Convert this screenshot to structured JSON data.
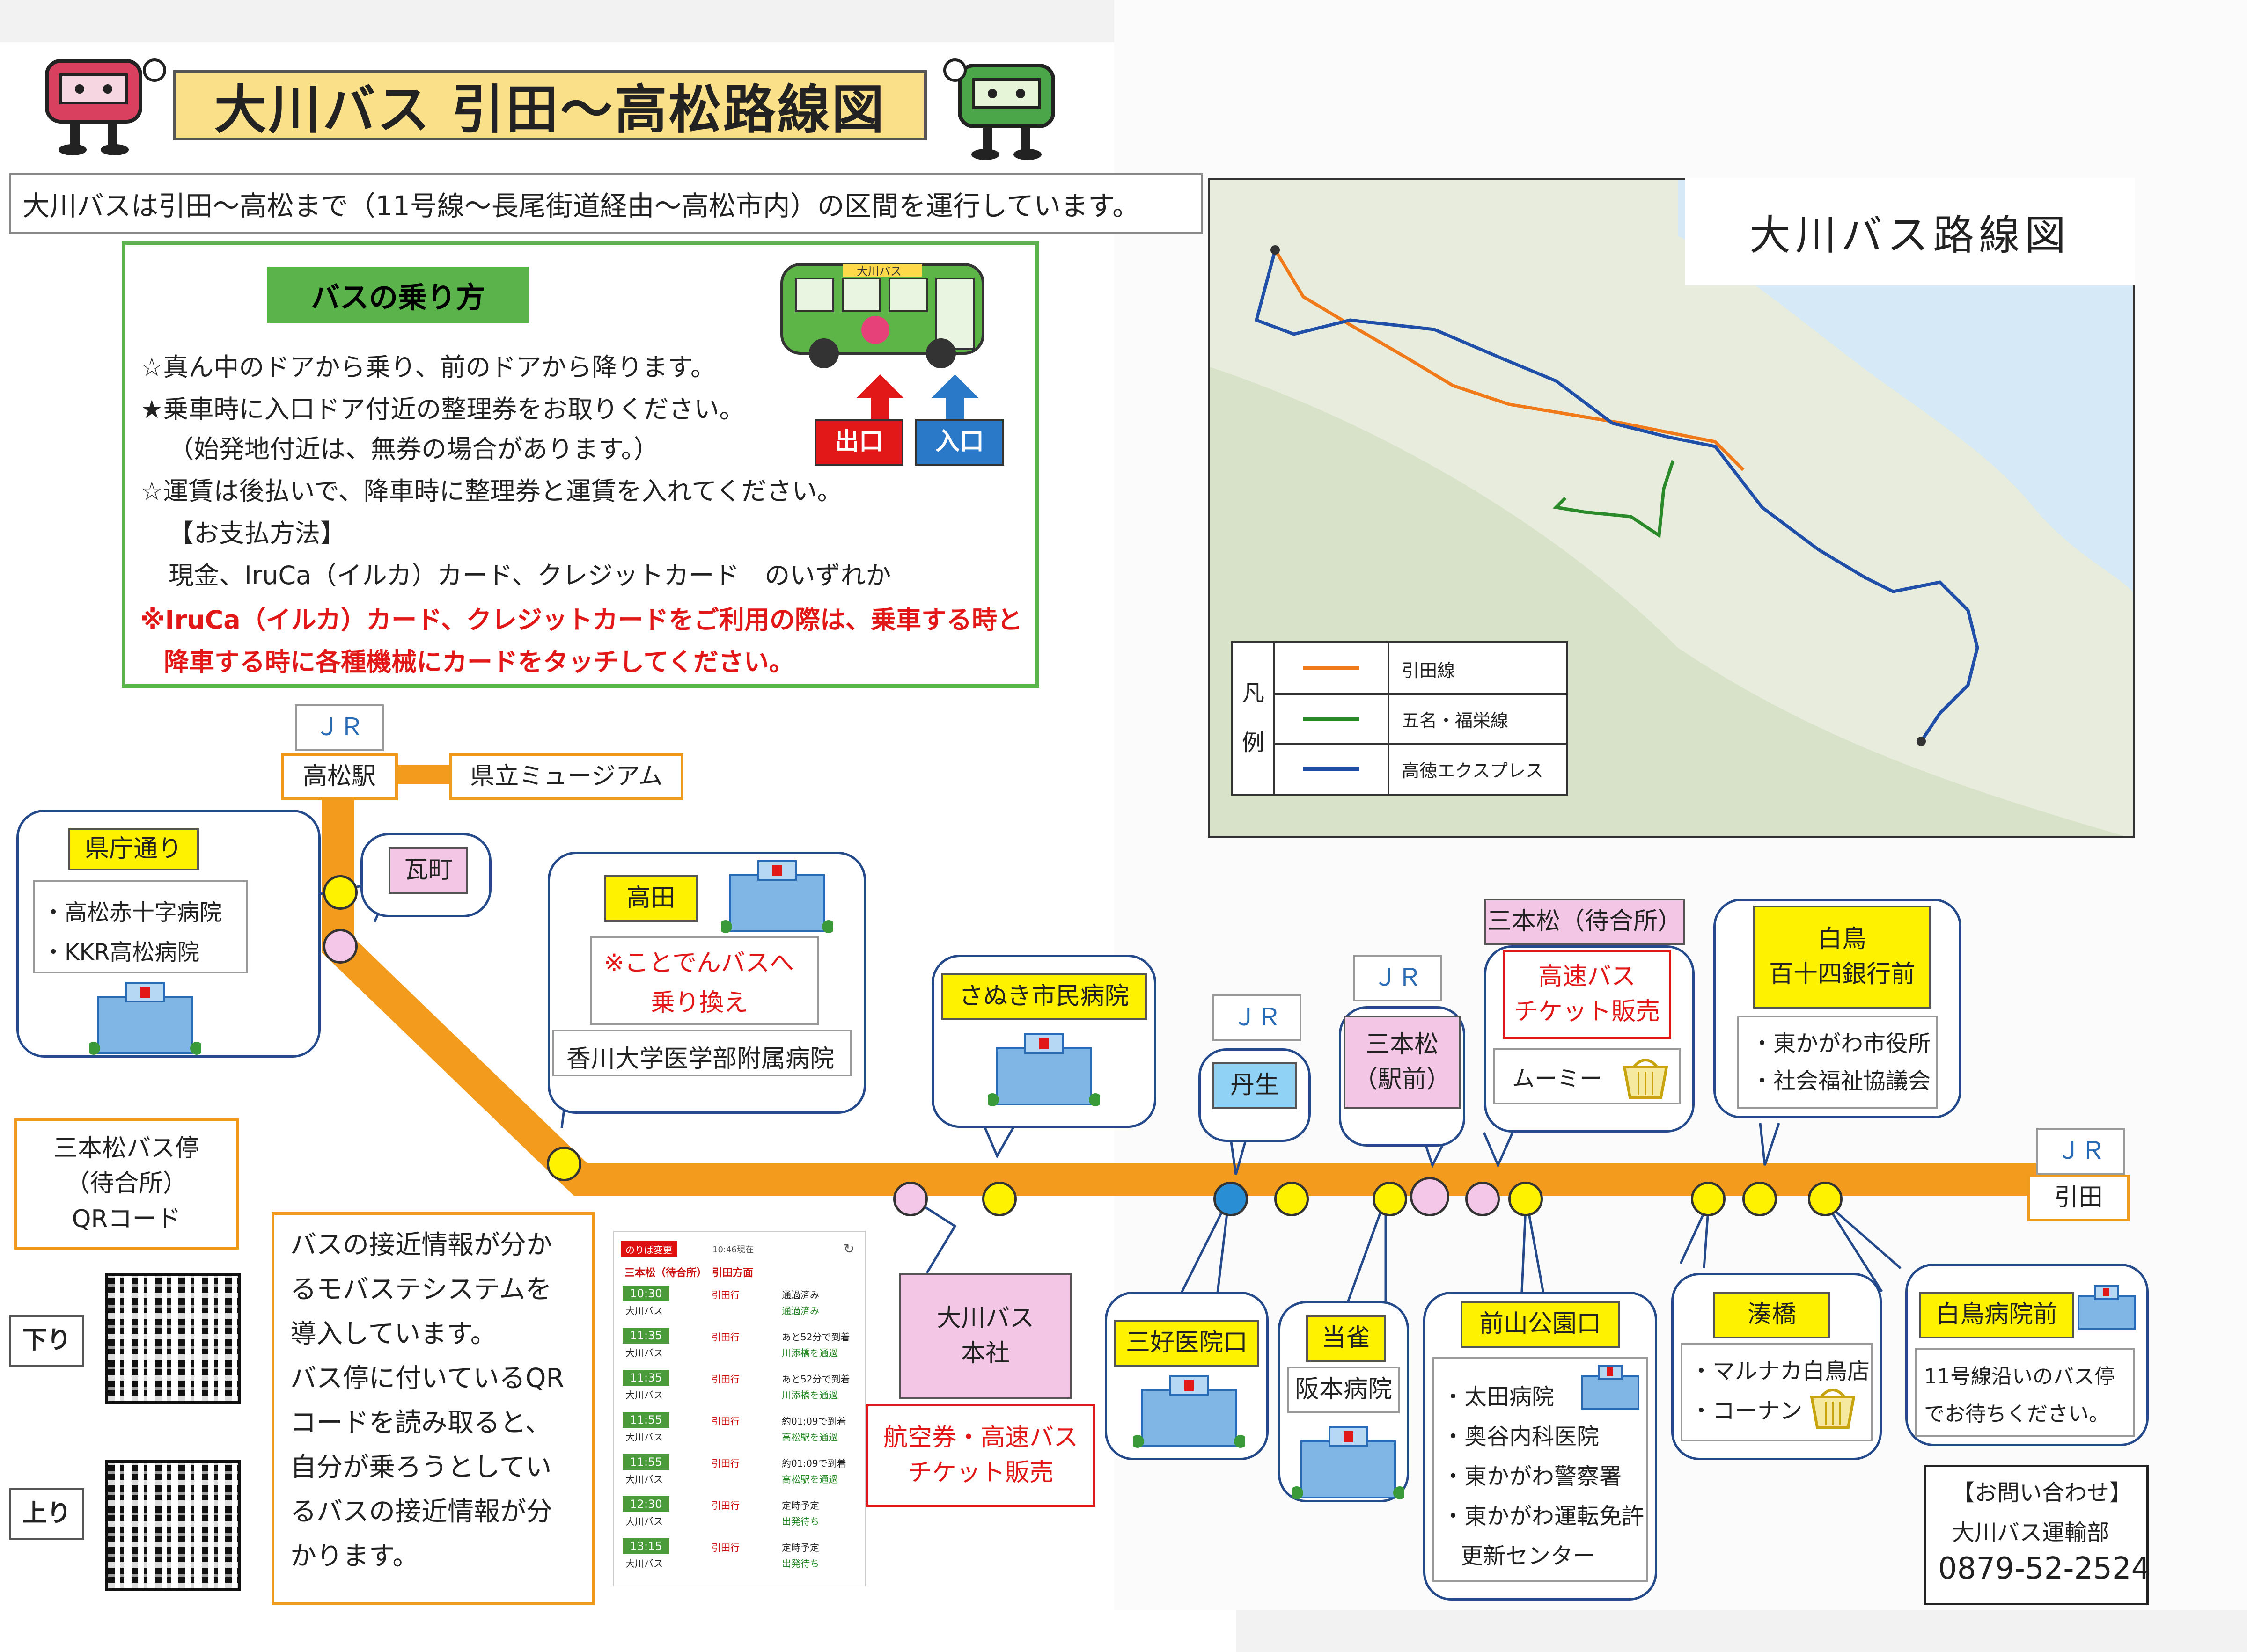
{
  "header": {
    "title": "大川バス 引田〜高松路線図",
    "intro": "大川バスは引田〜高松まで（11号線〜長尾街道経由〜高松市内）の区間を運行しています。"
  },
  "howto": {
    "title": "バスの乗り方",
    "lines": [
      "☆真ん中のドアから乗り、前のドアから降ります。",
      "★乗車時に入口ドア付近の整理券をお取りください。",
      "（始発地付近は、無券の場合があります。）",
      "☆運賃は後払いで、降車時に整理券と運賃を入れてください。",
      "【お支払方法】",
      "現金、IruCa（イルカ）カード、クレジットカード　のいずれか"
    ],
    "note1": "※IruCa（イルカ）カード、クレジットカードをご利用の際は、乗車する時と",
    "note2": "降車する時に各種機械にカードをタッチしてください。",
    "exit": "出口",
    "entry": "入口",
    "bus_sign": "大川バス"
  },
  "map": {
    "title": "大川バス路線図",
    "legend_head": "凡例",
    "legend_head_1": "凡",
    "legend_head_2": "例",
    "legend": [
      {
        "name": "引田線",
        "color": "#f07a1a"
      },
      {
        "name": "五名・福栄線",
        "color": "#2a8a2a"
      },
      {
        "name": "高徳エクスプレス",
        "color": "#1f4fa8"
      }
    ]
  },
  "stops": {
    "jr": "ＪＲ",
    "takamatsu": "高松駅",
    "museum": "県立ミュージアム",
    "kencho": "県庁通り",
    "kencho_items": [
      "・高松赤十字病院",
      "・KKR高松病院"
    ],
    "kawaramachi": "瓦町",
    "takada": "高田",
    "takada_note1": "※ことでんバスへ",
    "takada_note2": "乗り換え",
    "takada_hospital": "香川大学医学部附属病院",
    "sanuki": "さぬき市民病院",
    "tanjo": "丹生",
    "sanbonmatsu_eki1": "三本松",
    "sanbonmatsu_eki2": "（駅前）",
    "machiai": "三本松（待合所）",
    "kosoku1": "高速バス",
    "kosoku2": "チケット販売",
    "mumi": "ムーミー",
    "shirotori1": "白鳥",
    "shirotori2": "百十四銀行前",
    "shirotori_items": [
      "・東かがわ市役所",
      "・社会福祉協議会"
    ],
    "hiketa": "引田",
    "honsha1": "大川バス",
    "honsha2": "本社",
    "airticket1": "航空券・高速バス",
    "airticket2": "チケット販売",
    "miyoshi": "三好医院口",
    "tojaku": "当雀",
    "tojaku_item": "阪本病院",
    "maeyama": "前山公園口",
    "maeyama_items": [
      "・太田病院",
      "・奥谷内科医院",
      "・東かがわ警察署",
      "・東かがわ運転免許",
      "更新センター"
    ],
    "minato": "湊橋",
    "minato_items": [
      "・マルナカ白鳥店",
      "・コーナン"
    ],
    "shirotori_hosp": "白鳥病院前",
    "shirotori_hosp_n1": "11号線沿いのバス停",
    "shirotori_hosp_n2": "でお待ちください。"
  },
  "qr": {
    "box1": "三本松バス停",
    "box2": "（待合所）",
    "box3": "QRコード",
    "down": "下り",
    "up": "上り"
  },
  "mobas": {
    "lines": [
      "バスの接近情報が分か",
      "るモバステシステムを",
      "導入しています。",
      "バス停に付いているQR",
      "コードを読み取ると、",
      "自分が乗ろうとしてい",
      "るバスの接近情報が分",
      "かります。"
    ]
  },
  "phone": {
    "badge": "のりば変更",
    "updated": "10:46現在",
    "heading": "三本松（待合所）　引田方面",
    "rows": [
      {
        "t": "10:30",
        "op": "大川バス",
        "dest": "引田行",
        "s1": "通過済み",
        "s2": "通過済み"
      },
      {
        "t": "11:35",
        "op": "大川バス",
        "dest": "引田行",
        "s1": "あと52分で到着",
        "s2": "川添橋を通過"
      },
      {
        "t": "11:35",
        "op": "大川バス",
        "dest": "引田行",
        "s1": "あと52分で到着",
        "s2": "川添橋を通過"
      },
      {
        "t": "11:55",
        "op": "大川バス",
        "dest": "引田行",
        "s1": "約01:09で到着",
        "s2": "高松駅を通過"
      },
      {
        "t": "11:55",
        "op": "大川バス",
        "dest": "引田行",
        "s1": "約01:09で到着",
        "s2": "高松駅を通過"
      },
      {
        "t": "12:30",
        "op": "大川バス",
        "dest": "引田行",
        "s1": "定時予定",
        "s2": "出発待ち"
      },
      {
        "t": "13:15",
        "op": "大川バス",
        "dest": "引田行",
        "s1": "定時予定",
        "s2": "出発待ち"
      }
    ]
  },
  "contact": {
    "label": "【お問い合わせ】",
    "name": "大川バス運輸部",
    "phone": "0879-52-2524"
  }
}
